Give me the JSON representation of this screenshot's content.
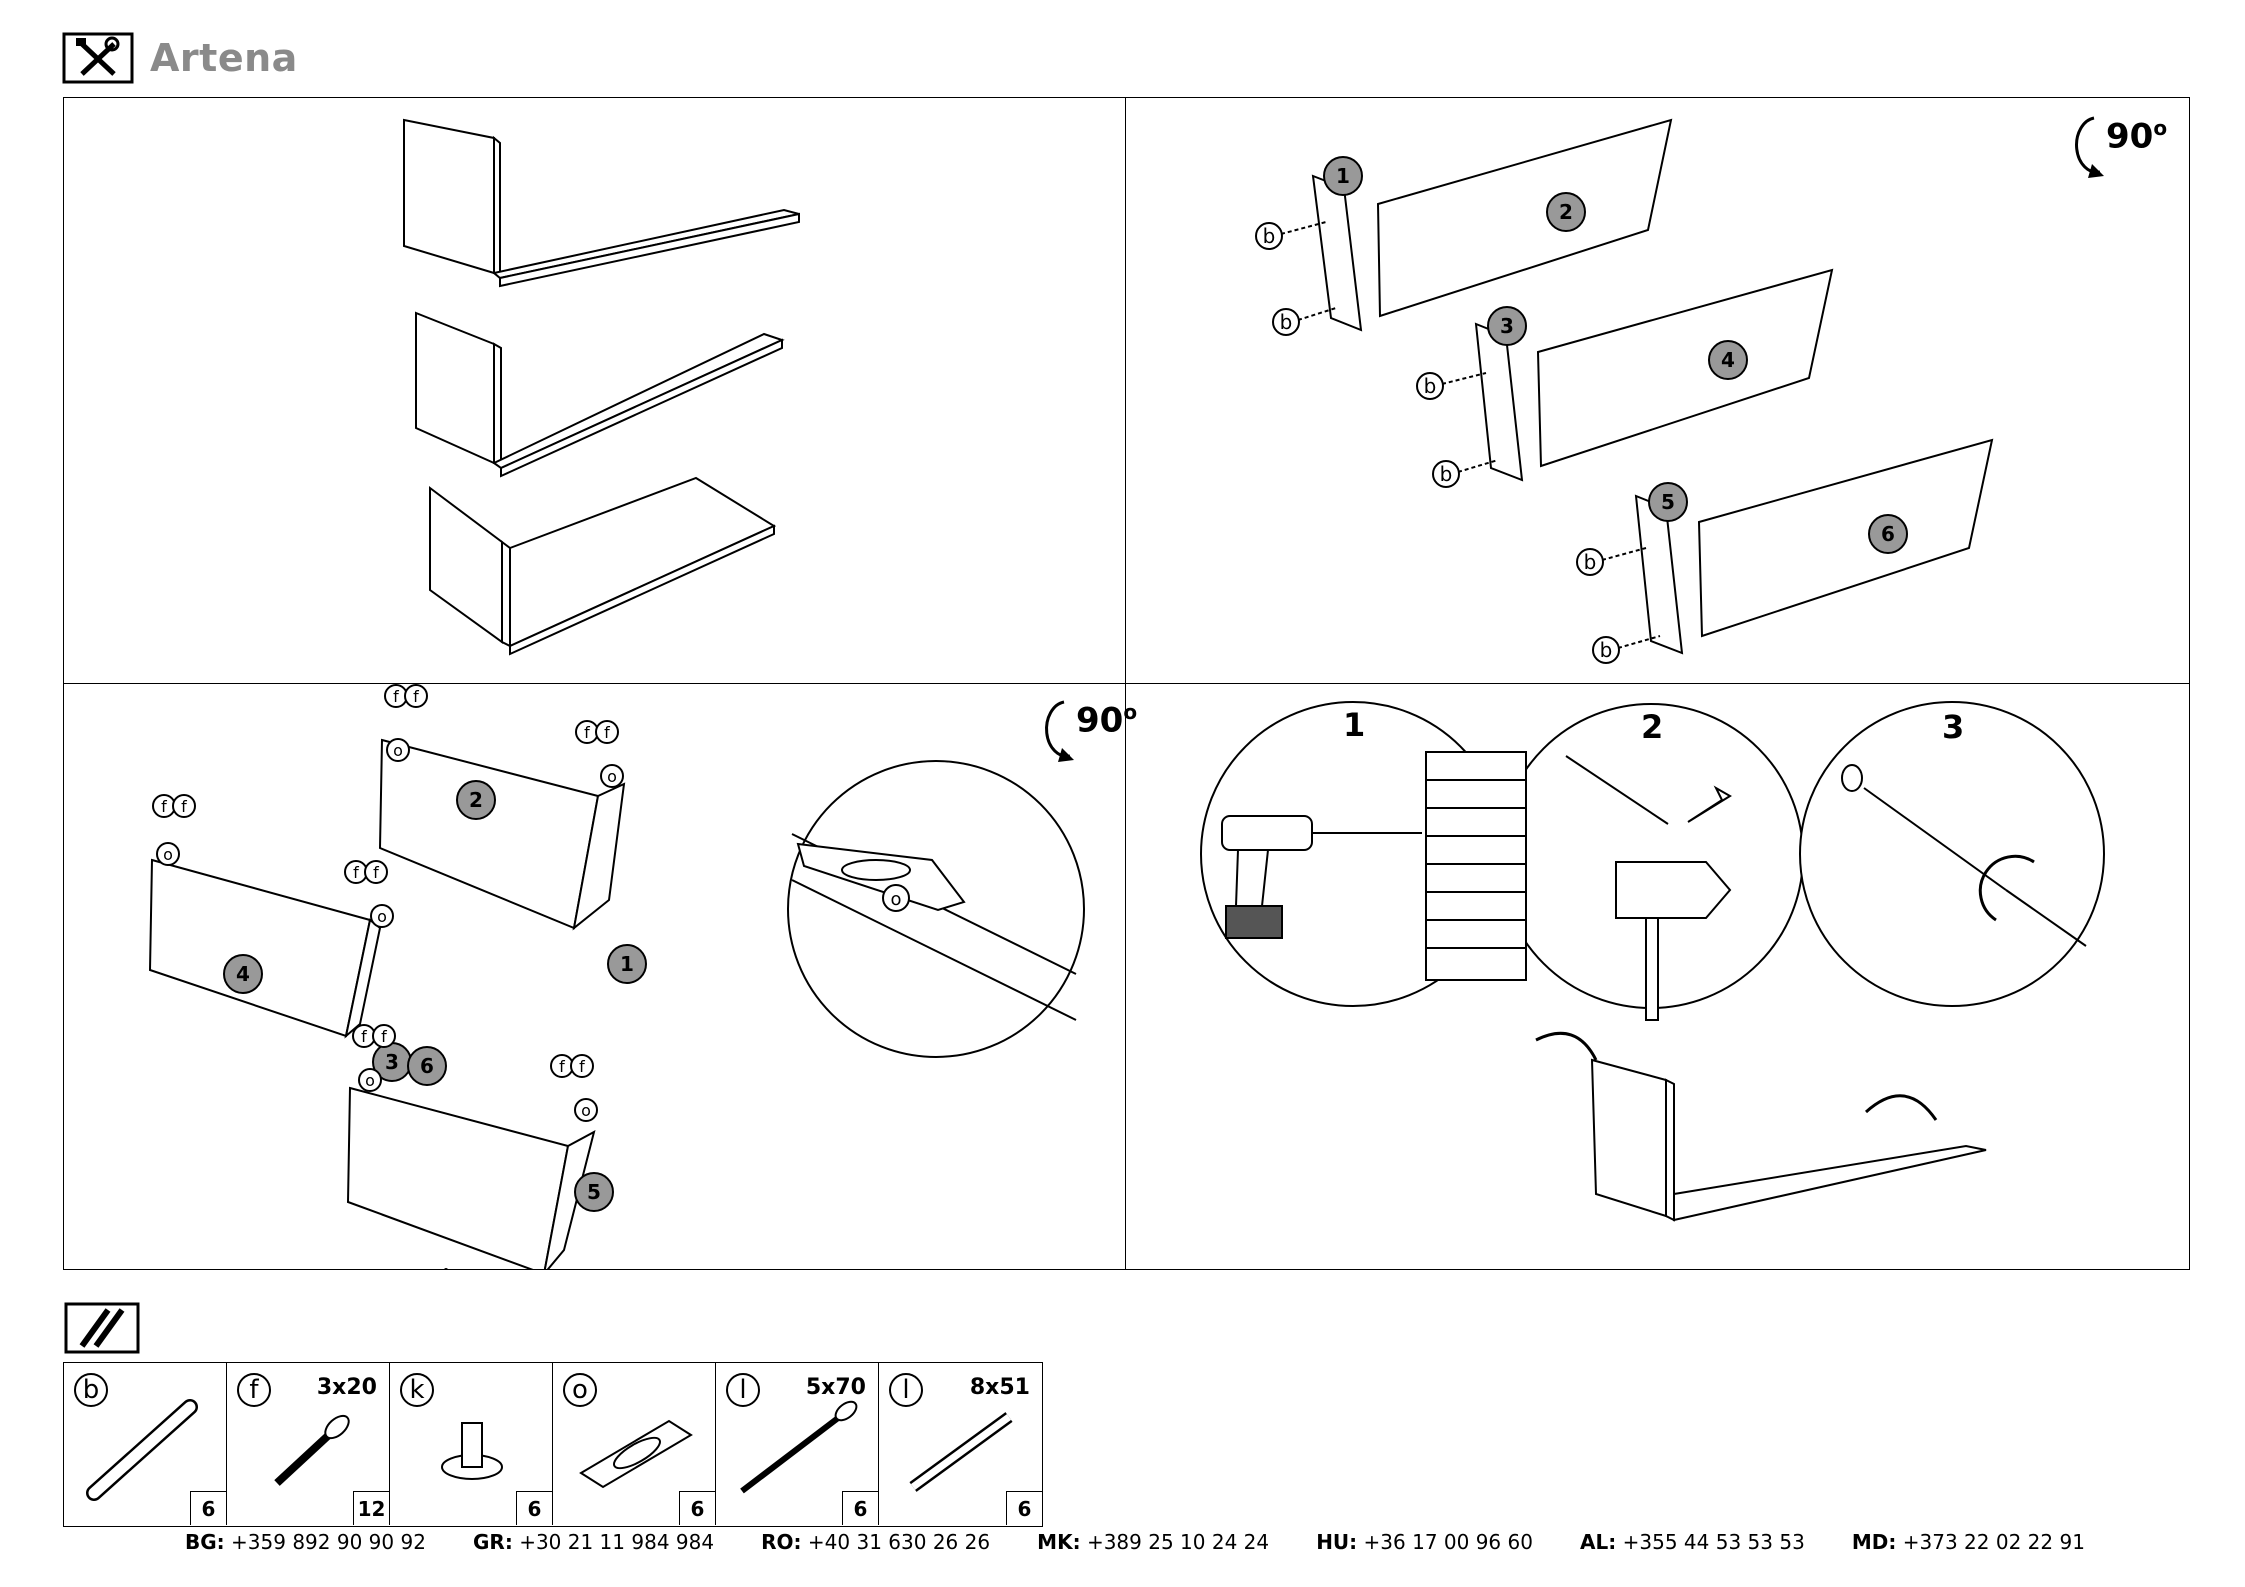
{
  "header": {
    "title": "Artena",
    "icon": "tools-icon"
  },
  "panels": {
    "p2_rotation": {
      "value": "90",
      "unit": "o"
    },
    "p3_rotation": {
      "value": "90",
      "unit": "o"
    },
    "p2_labels": {
      "part1": "1",
      "part2": "2",
      "part3": "3",
      "part4": "4",
      "part5": "5",
      "part6": "6",
      "b": "b"
    },
    "p3_labels": {
      "part1": "1",
      "part2": "2",
      "part3": "3",
      "part4": "4",
      "part5": "5",
      "part6": "6",
      "f": "f",
      "o": "o"
    },
    "p4_steps": [
      "1",
      "2",
      "3"
    ]
  },
  "hardware": {
    "icon": "hardware-icon",
    "items": [
      {
        "letter": "b",
        "size": "",
        "qty": "6",
        "icon": "dowel-icon"
      },
      {
        "letter": "f",
        "size": "3x20",
        "qty": "12",
        "icon": "screw-icon"
      },
      {
        "letter": "k",
        "size": "",
        "qty": "6",
        "icon": "cap-icon"
      },
      {
        "letter": "o",
        "size": "",
        "qty": "6",
        "icon": "hanger-plate-icon"
      },
      {
        "letter": "l",
        "size": "5x70",
        "qty": "6",
        "icon": "long-screw-icon"
      },
      {
        "letter": "l",
        "size": "8x51",
        "qty": "6",
        "icon": "wall-plug-icon"
      }
    ]
  },
  "contacts": [
    {
      "code": "BG:",
      "phone": "+359 892 90 90 92"
    },
    {
      "code": "GR:",
      "phone": "+30 21 11 984 984"
    },
    {
      "code": "RO:",
      "phone": "+40 31 630 26 26"
    },
    {
      "code": "MK:",
      "phone": "+389 25 10 24 24"
    },
    {
      "code": "HU:",
      "phone": "+36 17 00 96 60"
    },
    {
      "code": "AL:",
      "phone": "+355 44 53 53 53"
    },
    {
      "code": "MD:",
      "phone": "+373 22 02 22 91"
    }
  ]
}
